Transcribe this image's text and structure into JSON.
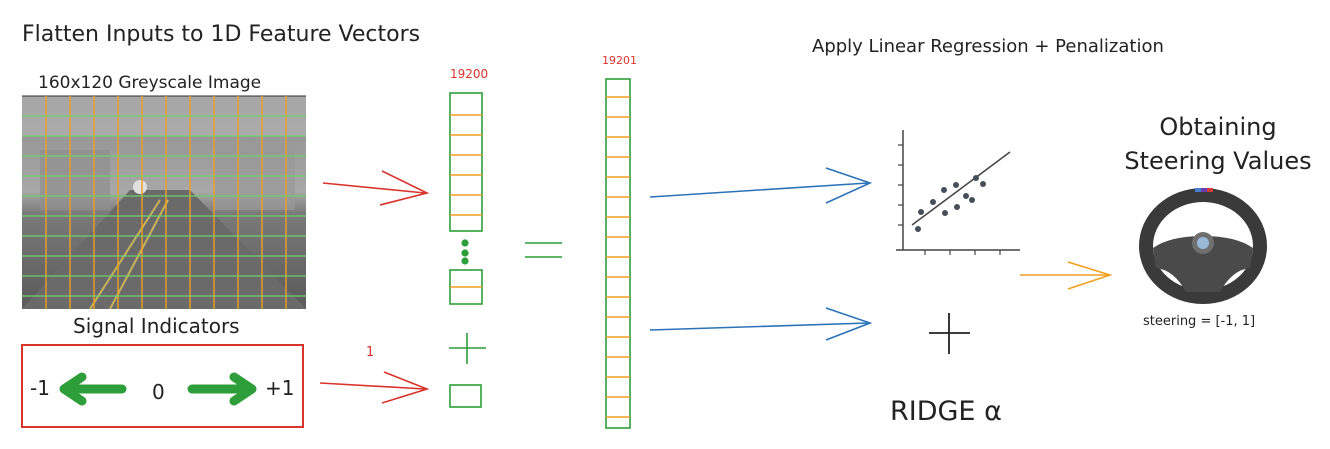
{
  "labels": {
    "flatten_title": "Flatten Inputs to 1D Feature Vectors",
    "regression_title": "Apply Linear Regression + Penalization",
    "image_caption": "160x120 Greyscale Image",
    "signal_caption": "Signal Indicators",
    "signal_left": "-1",
    "signal_center": "0",
    "signal_right": "+1",
    "vector_size_image": "19200",
    "vector_size_total": "19201",
    "vector_size_signal": "1",
    "output_title": "Obtaining Steering Values",
    "steering_range": "steering = [-1, 1]",
    "ridge_label": "RIDGE α"
  },
  "colors": {
    "red_arrow": "#d9342b",
    "blue_arrow": "#2b72b8",
    "orange_arrow": "#f0a020",
    "green": "#2e9e3a",
    "orange_cell": "#f0a020"
  },
  "icons": {
    "scatter_plot": "scatter-plot-icon",
    "steering_wheel": "steering-wheel-icon",
    "plus": "plus-icon",
    "equals": "equals-icon"
  }
}
